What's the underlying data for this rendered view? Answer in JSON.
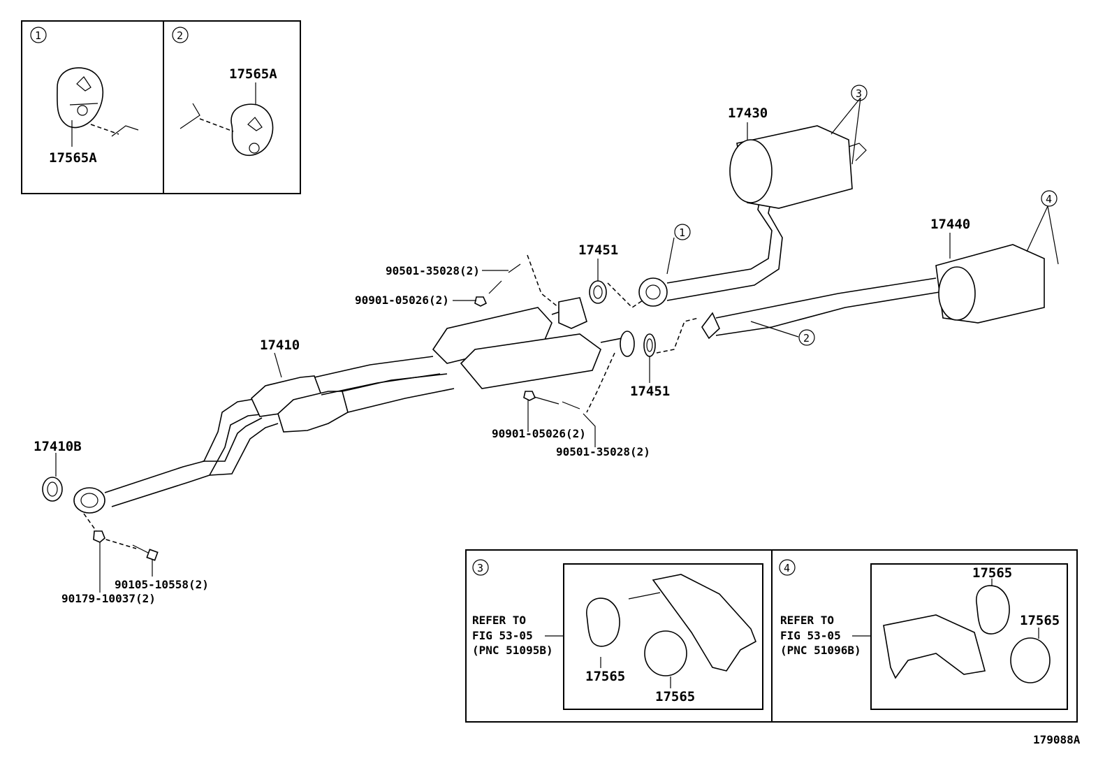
{
  "diagram_id": "179088A",
  "labels": {
    "tailpipe_left_muffler": "17430",
    "tailpipe_right_muffler": "17440",
    "front_pipe": "17410",
    "gasket_front": "17410B",
    "gasket_upper": "17451",
    "gasket_lower": "17451",
    "spring_upper": "90501-35028(2)",
    "bolt_upper": "90901-05026(2)",
    "bolt_lower": "90901-05026(2)",
    "spring_lower": "90501-35028(2)",
    "bolt_front": "90105-10558(2)",
    "nut_front": "90179-10037(2)"
  },
  "callouts": {
    "c1": "1",
    "c2": "2",
    "c3": "3",
    "c4": "4"
  },
  "inset_1": {
    "num": "1",
    "part": "17565A"
  },
  "inset_2": {
    "num": "2",
    "part": "17565A"
  },
  "inset_3": {
    "num": "3",
    "refer_line1": "REFER TO",
    "refer_line2": "FIG 53-05",
    "refer_line3": "(PNC 51095B)",
    "part_a": "17565",
    "part_b": "17565"
  },
  "inset_4": {
    "num": "4",
    "refer_line1": "REFER TO",
    "refer_line2": "FIG 53-05",
    "refer_line3": "(PNC 51096B)",
    "part_a": "17565",
    "part_b": "17565"
  }
}
